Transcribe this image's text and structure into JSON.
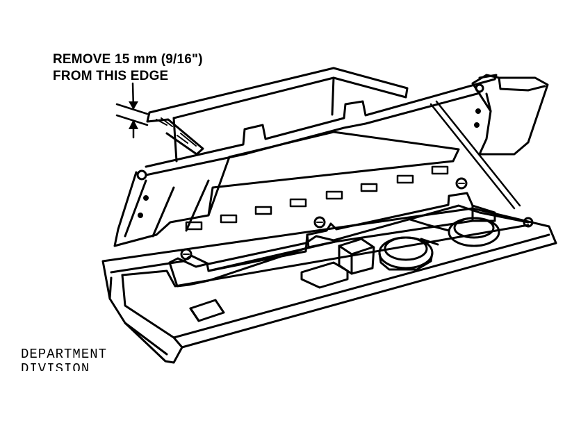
{
  "callout": {
    "line1": "REMOVE 15 mm (9/16\")",
    "line2": "FROM THIS EDGE"
  },
  "stamp": {
    "line1": "DEPARTMENT",
    "line2": "DIVISION"
  },
  "colors": {
    "ink": "#000000",
    "paper": "#ffffff"
  }
}
